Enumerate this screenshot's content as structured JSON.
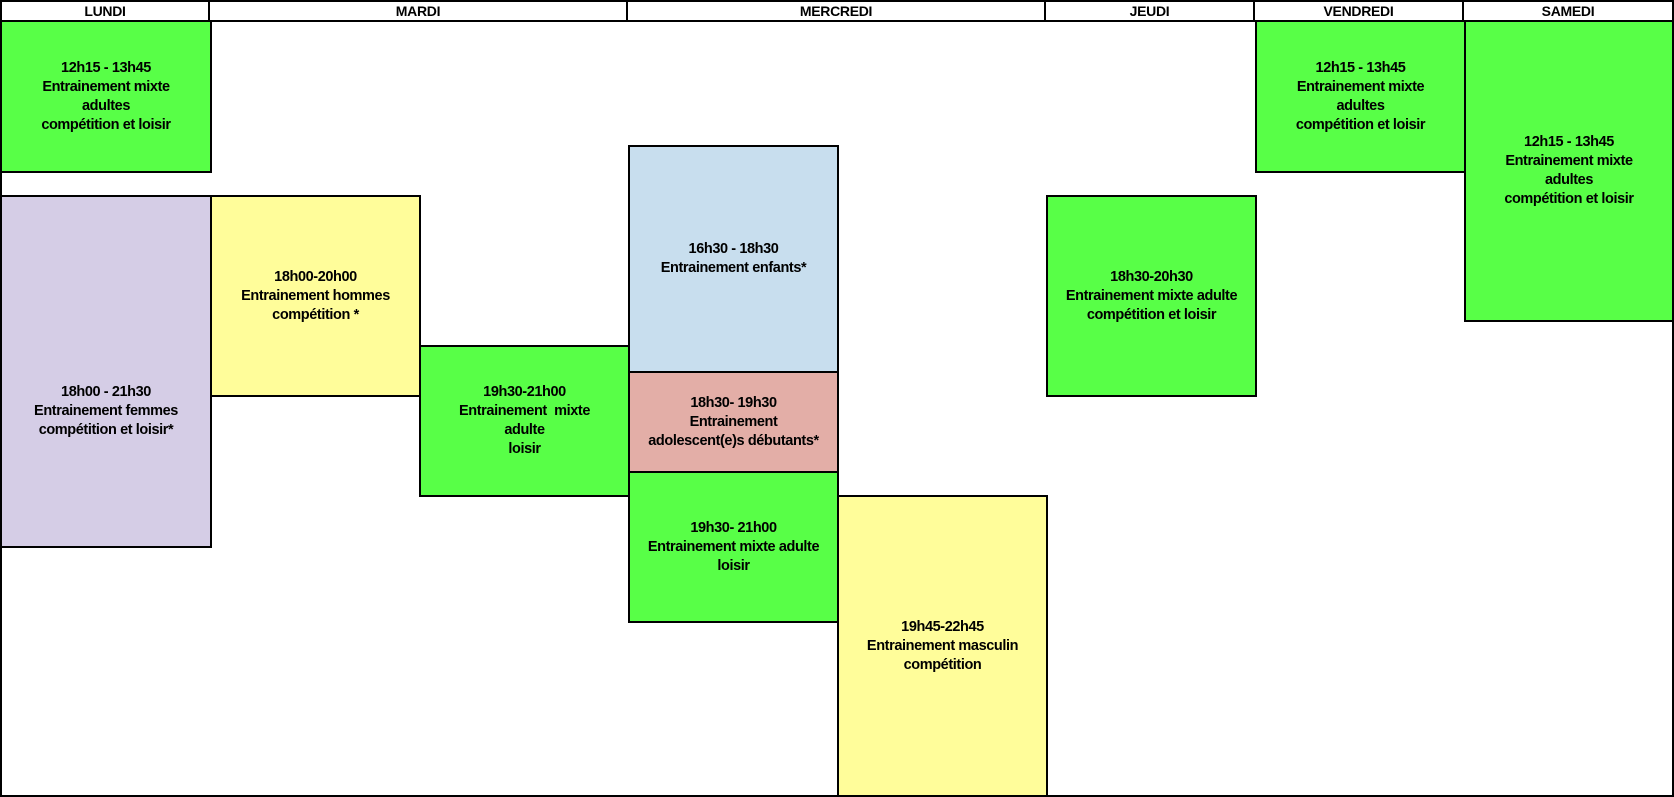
{
  "days": [
    "LUNDI",
    "MARDI",
    "MERCREDI",
    "JEUDI",
    "VENDREDI",
    "SAMEDI"
  ],
  "colors": {
    "green": "#58ff47",
    "purple": "#d5cde6",
    "yellow": "#fffd9a",
    "blue": "#c8deee",
    "pink": "#e3aea7"
  },
  "sessions": {
    "lundi_midi": [
      "12h15 - 13h45",
      "Entrainement mixte",
      "adultes",
      "compétition et loisir"
    ],
    "lundi_soir": [
      "18h00 - 21h30",
      "Entrainement femmes",
      "compétition et loisir*"
    ],
    "mardi_hommes": [
      "18h00-20h00",
      "Entrainement hommes",
      "compétition *"
    ],
    "mardi_mixte": [
      "19h30-21h00",
      "Entrainement  mixte",
      "adulte",
      "loisir"
    ],
    "mercredi_enfants": [
      "16h30 - 18h30",
      "Entrainement enfants*"
    ],
    "mercredi_ados": [
      "18h30- 19h30",
      "Entrainement",
      "adolescent(e)s débutants*"
    ],
    "mercredi_mixte": [
      "19h30- 21h00",
      "Entrainement mixte adulte",
      "loisir"
    ],
    "mercredi_masculin": [
      "19h45-22h45",
      "Entrainement masculin",
      "compétition"
    ],
    "jeudi_mixte": [
      "18h30-20h30",
      "Entrainement mixte adulte",
      "compétition et loisir"
    ],
    "vendredi_midi": [
      "12h15 - 13h45",
      "Entrainement mixte",
      "adultes",
      "compétition et loisir"
    ],
    "samedi_midi": [
      "12h15 - 13h45",
      "Entrainement mixte",
      "adultes",
      "compétition et loisir"
    ]
  }
}
